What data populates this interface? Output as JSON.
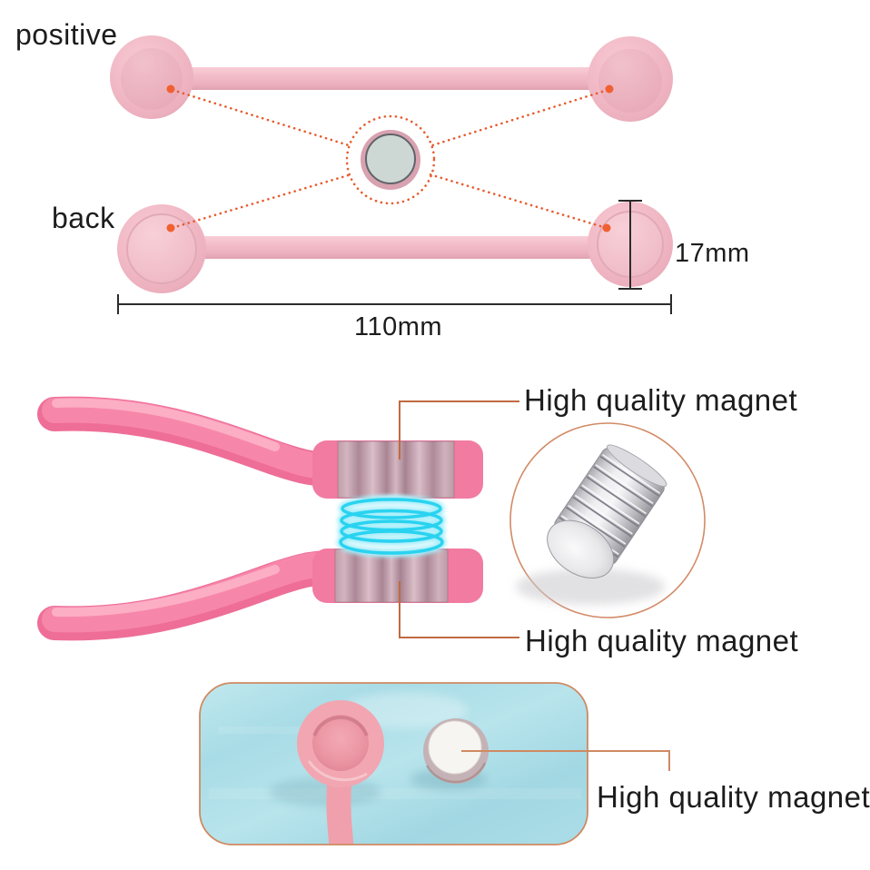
{
  "page": {
    "type": "product-infographic",
    "subject": "pink silicone magnetic cable tie / neckband magnet diagram"
  },
  "top_diagram": {
    "label_positive": "positive",
    "label_back": "back",
    "dim_height_label": "17mm",
    "dim_length_label": "110mm"
  },
  "middle_diagram": {
    "top_magnet_label": "High quality magnet",
    "bottom_magnet_label": "High quality magnet"
  },
  "bottom_photo": {
    "magnet_label": "High quality magnet"
  },
  "colors": {
    "dotted_accent_orange": "#e65c2e",
    "callout_line_salmon": "#c9744a",
    "silicone_pink_light": "#f0b8c4",
    "silicone_pink_bright": "#f27ba2",
    "magnet_field_cyan": "#2fd2ee",
    "magnet_disc_gray": "#cdd7d3",
    "photo_background_blue": "#a6dbe5",
    "dimension_line_black": "#2b2b2b",
    "text_black": "#1c1c1c"
  }
}
